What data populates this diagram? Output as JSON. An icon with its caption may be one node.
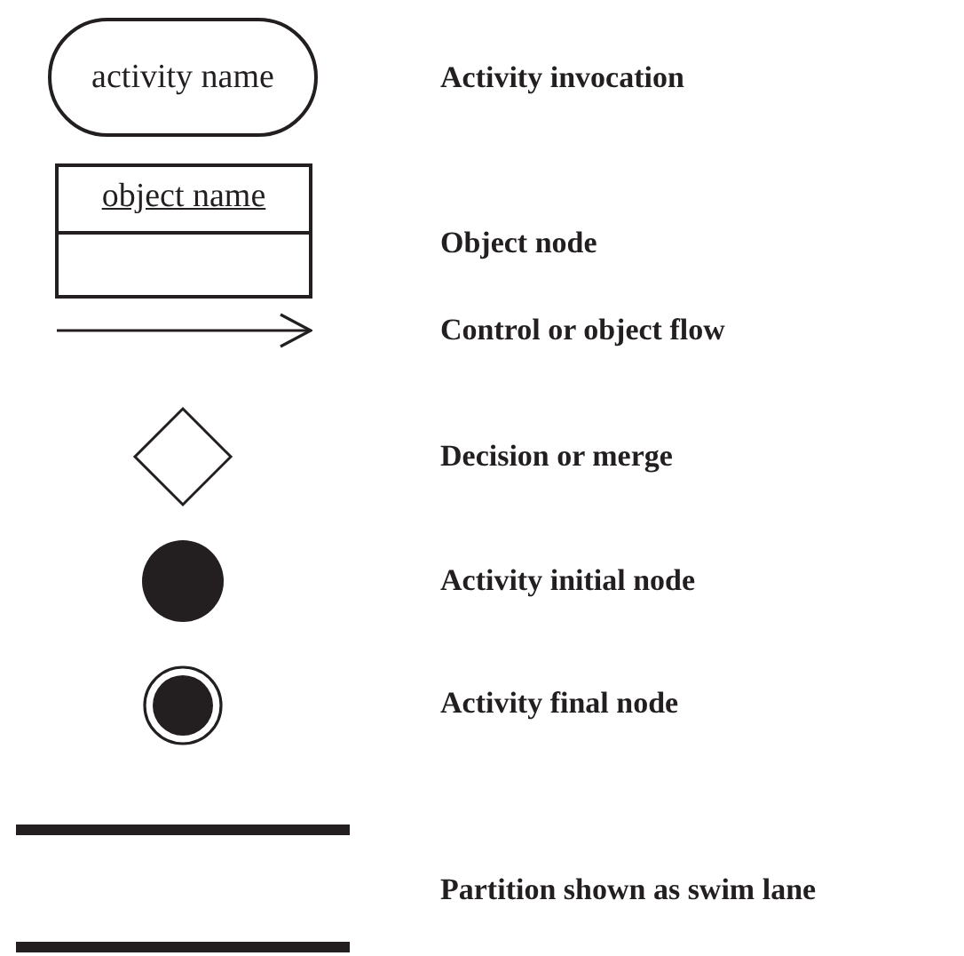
{
  "diagram": {
    "nodes": [
      {
        "text": [
          "activity name"
        ]
      },
      {
        "text": [
          "object name"
        ]
      }
    ],
    "legend": [
      {
        "text": "Activity invocation"
      },
      {
        "text": "Object node"
      },
      {
        "text": "Control or object flow"
      },
      {
        "text": "Decision or merge"
      },
      {
        "text": "Activity initial node"
      },
      {
        "text": "Activity final node"
      },
      {
        "text": "Partition shown as swim lane"
      }
    ]
  }
}
